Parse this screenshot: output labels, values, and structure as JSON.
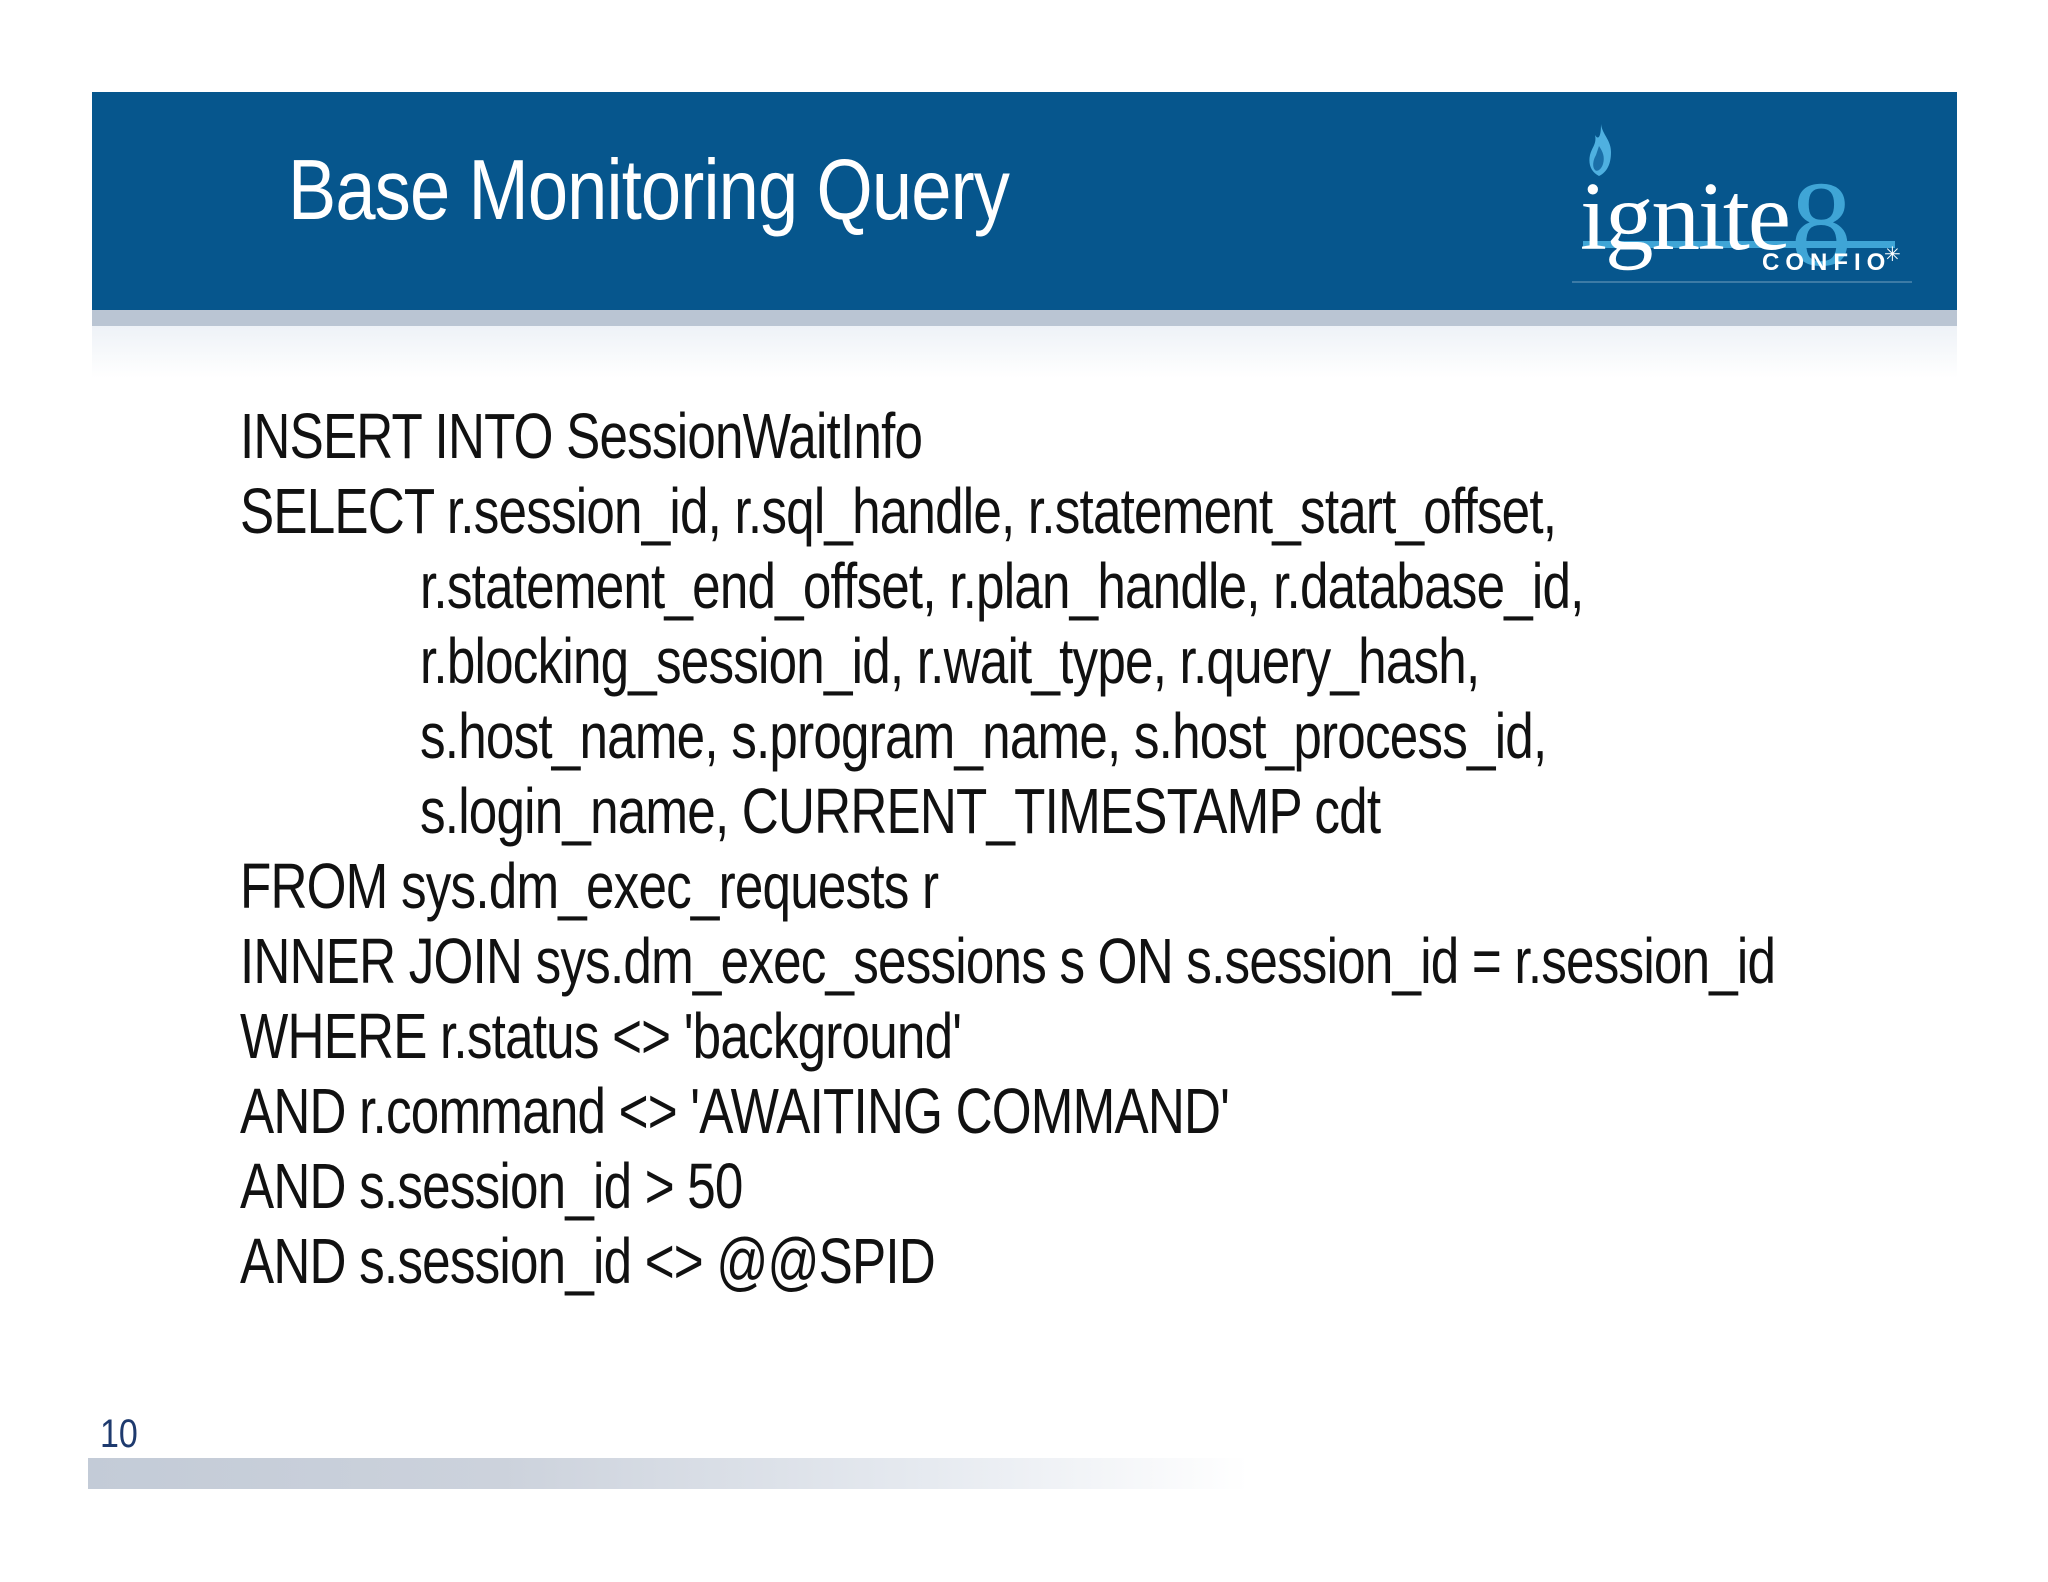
{
  "title": "Base Monitoring Query",
  "logo": {
    "brand": "ignite",
    "brand_accent": "8",
    "company": "CONFIO",
    "asterisk_glyph": "✳",
    "flame_icon": "flame-icon"
  },
  "colors": {
    "header_blue": "#06568d",
    "logo_accent_blue": "#3fa5d6",
    "header_divider_gray": "#bac5d3",
    "page_number_blue": "#1e3a6e",
    "body_text": "#111111"
  },
  "sql": {
    "lines": [
      {
        "text": "INSERT INTO SessionWaitInfo",
        "indent": 0
      },
      {
        "text": "SELECT r.session_id, r.sql_handle, r.statement_start_offset,",
        "indent": 0
      },
      {
        "text": "r.statement_end_offset, r.plan_handle, r.database_id,",
        "indent": 1
      },
      {
        "text": "r.blocking_session_id, r.wait_type, r.query_hash,",
        "indent": 1
      },
      {
        "text": "s.host_name, s.program_name, s.host_process_id,",
        "indent": 1
      },
      {
        "text": "s.login_name, CURRENT_TIMESTAMP cdt",
        "indent": 1
      },
      {
        "text": "FROM sys.dm_exec_requests r",
        "indent": 0
      },
      {
        "text": "INNER JOIN sys.dm_exec_sessions s ON s.session_id = r.session_id",
        "indent": 0
      },
      {
        "text": "WHERE r.status <> 'background'",
        "indent": 0
      },
      {
        "text": "AND r.command <> 'AWAITING COMMAND'",
        "indent": 0
      },
      {
        "text": "AND s.session_id > 50",
        "indent": 0
      },
      {
        "text": "AND s.session_id <> @@SPID",
        "indent": 0
      }
    ]
  },
  "footer": {
    "page_number": "10"
  }
}
